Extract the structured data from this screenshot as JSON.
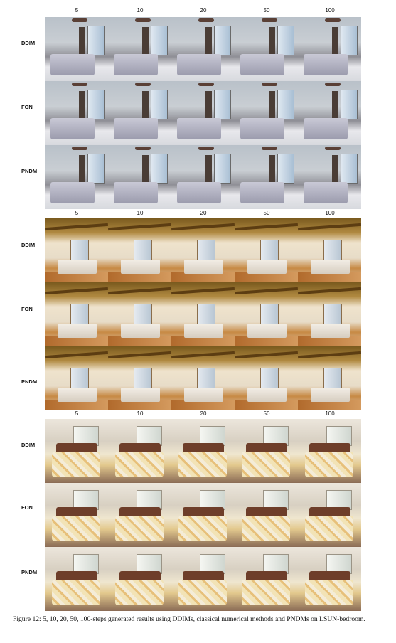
{
  "figure": {
    "step_headers": [
      "5",
      "10",
      "20",
      "50",
      "100"
    ],
    "methods": [
      "DDIM",
      "FON",
      "PNDM"
    ],
    "panels": [
      {
        "name": "panel-1",
        "scene": "gray-bedroom"
      },
      {
        "name": "panel-2",
        "scene": "wood-beam-bedroom"
      },
      {
        "name": "panel-3",
        "scene": "patterned-duvet-bedroom"
      }
    ],
    "caption": "Figure 12: 5, 10, 20, 50, 100-steps generated results using DDIMs, classical numerical methods and PNDMs on LSUN-bedroom."
  }
}
